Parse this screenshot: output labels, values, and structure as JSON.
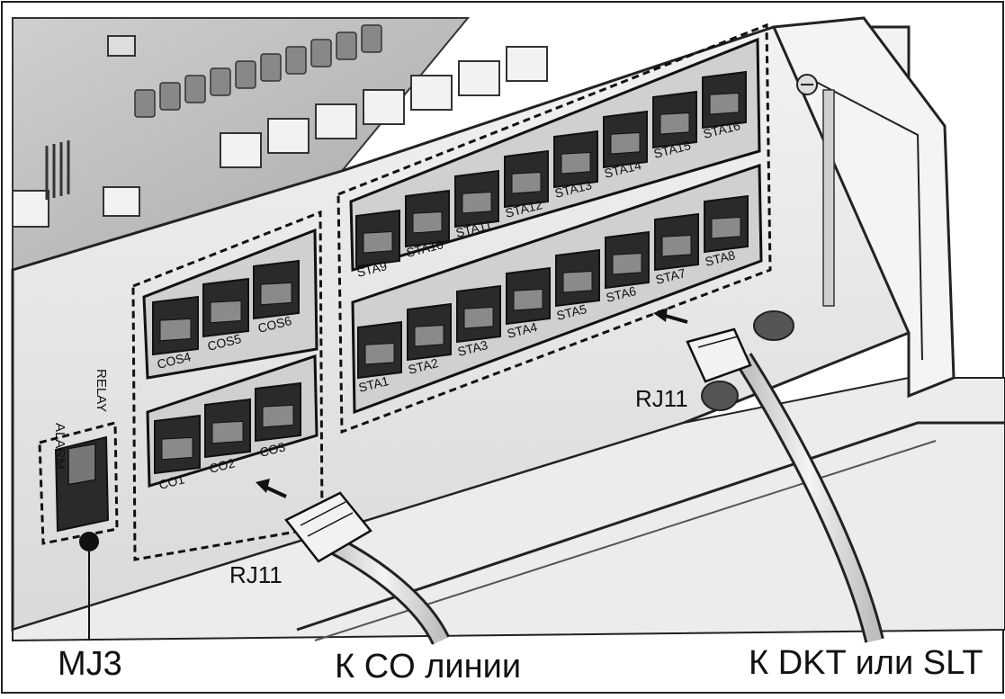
{
  "module": {
    "co_ports_upper": [
      "COS4",
      "COS5",
      "COS6"
    ],
    "co_ports_lower": [
      "CO1",
      "CO2",
      "CO3"
    ],
    "sta_ports_upper": [
      "STA9",
      "STA10",
      "STA11",
      "STA12",
      "STA13",
      "STA14",
      "STA15",
      "STA16"
    ],
    "sta_ports_lower": [
      "STA1",
      "STA2",
      "STA3",
      "STA4",
      "STA5",
      "STA6",
      "STA7",
      "STA8"
    ],
    "jack_labels": [
      "ALARM",
      "RELAY"
    ]
  },
  "connectors": {
    "left_label": "RJ11",
    "right_label": "RJ11"
  },
  "captions": {
    "mj3": "MJ3",
    "co_lines": "К CO линии",
    "dkt_slt": "К DKT или SLT"
  },
  "colors": {
    "outline": "#111111",
    "panel": "#e8e8e8",
    "board": "#c9c9c9",
    "jack": "#2a2a2a"
  }
}
